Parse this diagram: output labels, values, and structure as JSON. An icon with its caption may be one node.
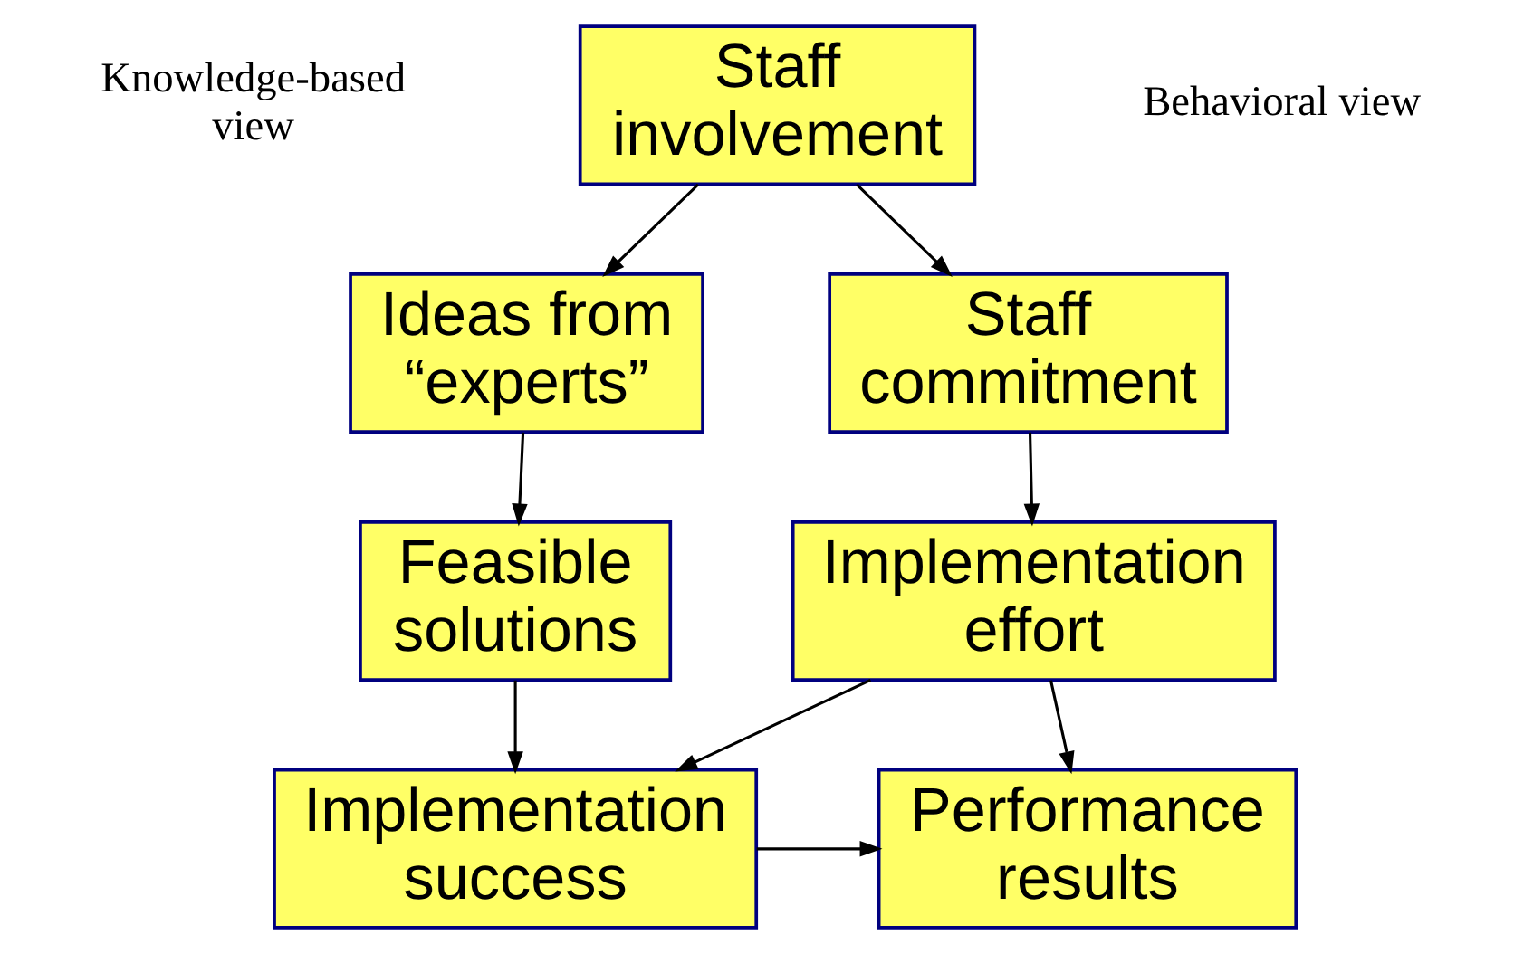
{
  "diagram": {
    "nodes": [
      {
        "text": [
          "Staff involvement"
        ]
      },
      {
        "text": [
          "Ideas from “experts”"
        ]
      },
      {
        "text": [
          "Staff commitment"
        ]
      },
      {
        "text": [
          "Feasible solutions"
        ]
      },
      {
        "text": [
          "Implementation effort"
        ]
      },
      {
        "text": [
          "Implementation success"
        ]
      },
      {
        "text": [
          "Performance results"
        ]
      }
    ],
    "edges": [
      {
        "from": 0,
        "to": 1,
        "arrow": "to"
      },
      {
        "from": 0,
        "to": 2,
        "arrow": "to"
      },
      {
        "from": 1,
        "to": 3,
        "arrow": "to"
      },
      {
        "from": 2,
        "to": 4,
        "arrow": "to"
      },
      {
        "from": 3,
        "to": 5,
        "arrow": "to"
      },
      {
        "from": 4,
        "to": 5,
        "arrow": "to"
      },
      {
        "from": 4,
        "to": 6,
        "arrow": "to"
      },
      {
        "from": 5,
        "to": 6,
        "arrow": "to"
      }
    ],
    "labels": [
      "Knowledge-based view",
      "Behavioral view"
    ]
  }
}
